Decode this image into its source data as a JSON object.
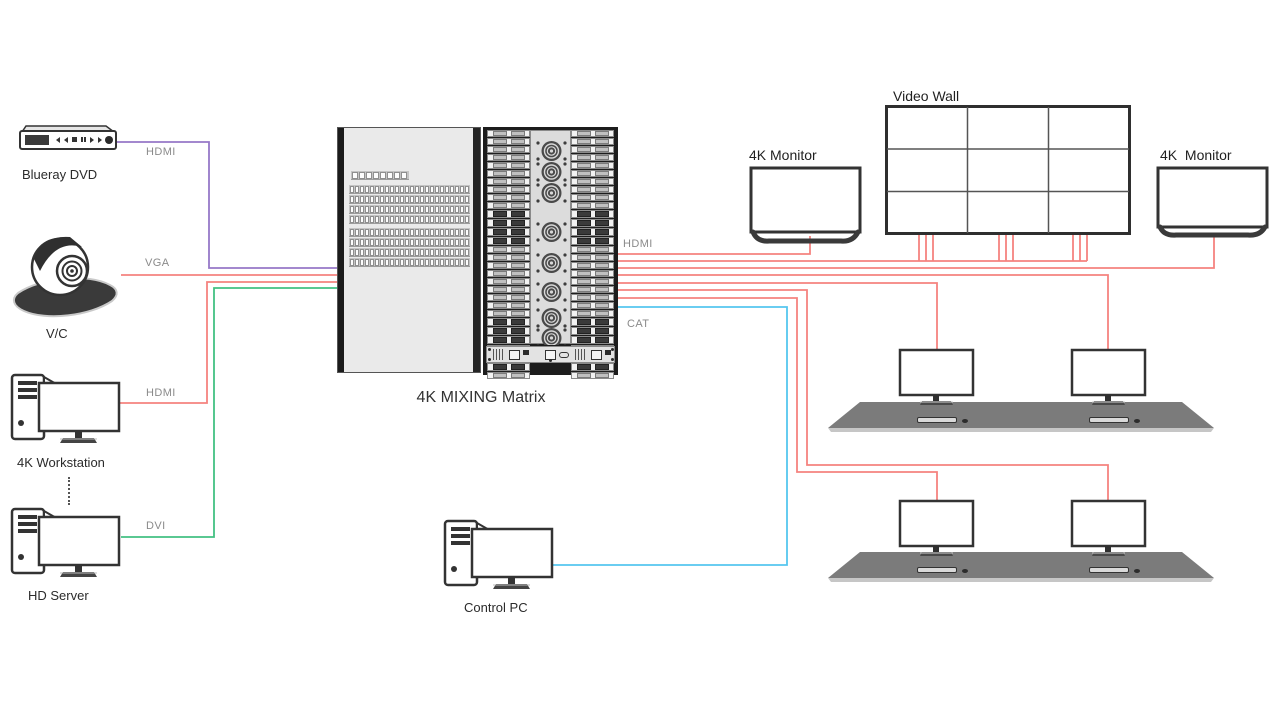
{
  "matrix": {
    "label": "4K MIXING Matrix"
  },
  "devices": {
    "blueray": {
      "label": "Blueray DVD",
      "cable_label": "HDMI"
    },
    "camera": {
      "label": "V/C",
      "cable_label": "VGA"
    },
    "workstation": {
      "label": "4K Workstation",
      "cable_label": "HDMI"
    },
    "hd_server": {
      "label": "HD Server",
      "cable_label": "DVI"
    },
    "control_pc": {
      "label": "Control PC"
    },
    "monitor_left": {
      "label": "4K Monitor"
    },
    "video_wall": {
      "label": "Video Wall",
      "grid": "3x3"
    },
    "monitor_right": {
      "label": "4K  Monitor"
    }
  },
  "matrix_outputs": {
    "hdmi_label": "HDMI",
    "cat_label": "CAT"
  },
  "colors": {
    "purple": "#9678c8",
    "red": "#f5837f",
    "green": "#43c183",
    "blue": "#56c6ef"
  },
  "connections": [
    {
      "id": "blueray-hdmi",
      "from": "Blueray DVD",
      "to": "4K MIXING Matrix",
      "label": "HDMI",
      "color": "purple"
    },
    {
      "id": "vc-vga",
      "from": "V/C",
      "to": "4K MIXING Matrix",
      "label": "VGA",
      "color": "red"
    },
    {
      "id": "workstation-hdmi",
      "from": "4K Workstation",
      "to": "4K MIXING Matrix",
      "label": "HDMI",
      "color": "red"
    },
    {
      "id": "server-dvi",
      "from": "HD Server",
      "to": "4K MIXING Matrix",
      "label": "DVI",
      "color": "green"
    },
    {
      "id": "out-monitor-left",
      "from": "4K MIXING Matrix",
      "to": "4K Monitor",
      "label": "HDMI",
      "color": "red"
    },
    {
      "id": "out-video-wall",
      "from": "4K MIXING Matrix",
      "to": "Video Wall",
      "label": "HDMI",
      "color": "red"
    },
    {
      "id": "out-monitor-right",
      "from": "4K MIXING Matrix",
      "to": "4K  Monitor",
      "label": "HDMI",
      "color": "red"
    },
    {
      "id": "out-desk1-right",
      "from": "4K MIXING Matrix",
      "to": "Desk 1 monitor (right)",
      "color": "red"
    },
    {
      "id": "out-desk1-left",
      "from": "4K MIXING Matrix",
      "to": "Desk 1 monitor (left)",
      "color": "red"
    },
    {
      "id": "out-desk2-right",
      "from": "4K MIXING Matrix",
      "to": "Desk 2 monitor (right)",
      "color": "red"
    },
    {
      "id": "out-desk2-left",
      "from": "4K MIXING Matrix",
      "to": "Desk 2 monitor (left)",
      "color": "red"
    },
    {
      "id": "control-pc-cat",
      "from": "Control PC",
      "to": "4K MIXING Matrix",
      "label": "CAT",
      "color": "blue"
    }
  ]
}
